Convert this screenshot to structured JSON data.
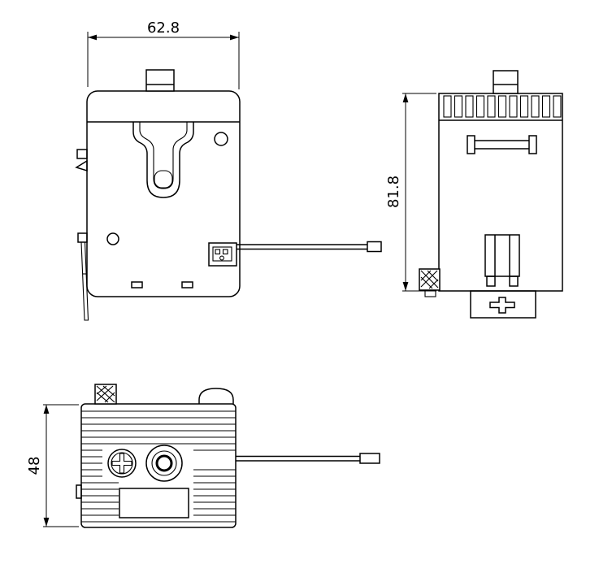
{
  "drawing": {
    "dimensions": {
      "width_label": "62.8",
      "height_label": "81.8",
      "depth_label": "48"
    },
    "colors": {
      "line": "#000000",
      "background": "#ffffff"
    }
  }
}
